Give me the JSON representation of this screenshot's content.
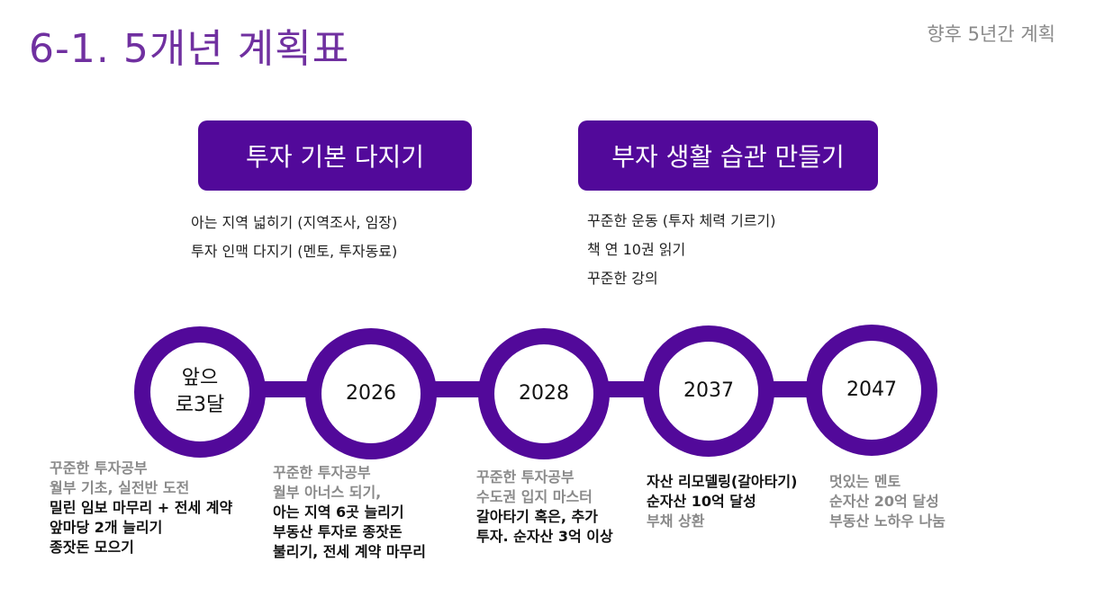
{
  "header": {
    "title": "6-1. 5개년 계획표",
    "subtitle": "향후 5년간 계획"
  },
  "themes": [
    {
      "label": "투자 기본 다지기",
      "items": [
        "아는 지역 넓히기 (지역조사, 임장)",
        "투자 인맥 다지기 (멘토, 투자동료)"
      ]
    },
    {
      "label": "부자 생활 습관 만들기",
      "items": [
        "꾸준한 운동 (투자 체력 기르기)",
        "책 연 10권 읽기",
        "꾸준한 강의"
      ]
    }
  ],
  "timeline": [
    {
      "label": "앞으\n로3달",
      "lines": [
        {
          "t": "꾸준한 투자공부",
          "s": "g"
        },
        {
          "t": "월부 기초, 실전반 도전",
          "s": "g"
        },
        {
          "t": "밀린 임보 마무리 + 전세 계약",
          "s": "k"
        },
        {
          "t": "앞마당 2개 늘리기",
          "s": "k"
        },
        {
          "t": "종잣돈 모으기",
          "s": "k"
        }
      ]
    },
    {
      "label": "2026",
      "lines": [
        {
          "t": "꾸준한 투자공부",
          "s": "g"
        },
        {
          "t": "월부 아너스 되기,",
          "s": "g"
        },
        {
          "t": "아는 지역 6곳 늘리기",
          "s": "k"
        },
        {
          "t": "부동산 투자로 종잣돈",
          "s": "k"
        },
        {
          "t": "불리기, 전세 계약 마무리",
          "s": "k"
        }
      ]
    },
    {
      "label": "2028",
      "lines": [
        {
          "t": "꾸준한 투자공부",
          "s": "g"
        },
        {
          "t": "수도권 입지 마스터",
          "s": "g"
        },
        {
          "t": "갈아타기 혹은, 추가",
          "s": "k"
        },
        {
          "t": "투자. 순자산 3억 이상",
          "s": "k"
        }
      ]
    },
    {
      "label": "2037",
      "lines": [
        {
          "t": "자산 리모델링(갈아타기)",
          "s": "k"
        },
        {
          "t": "순자산 10억 달성",
          "s": "k"
        },
        {
          "t": "부채 상환",
          "s": "g"
        }
      ]
    },
    {
      "label": "2047",
      "lines": [
        {
          "t": "멋있는 멘토",
          "s": "g"
        },
        {
          "t": "순자산 20억 달성",
          "s": "g"
        },
        {
          "t": "부동산 노하우 나눔",
          "s": "g"
        }
      ]
    }
  ]
}
